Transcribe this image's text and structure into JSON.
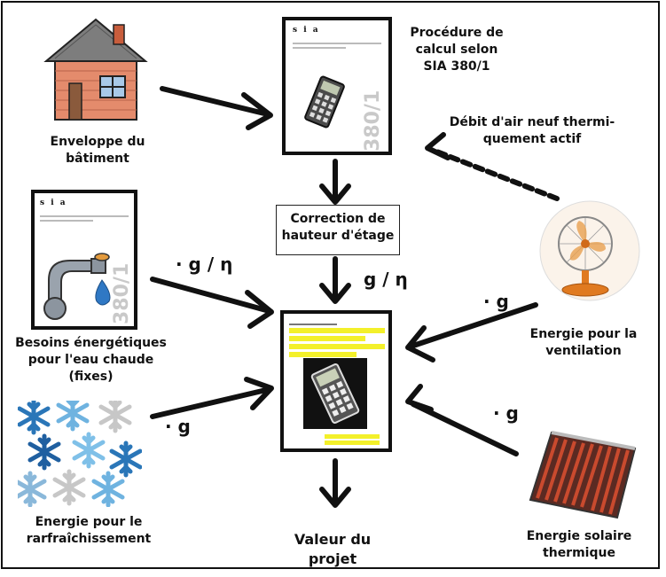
{
  "labels": {
    "procedure": "Procédure de calcul selon SIA 380/1",
    "procedure_line1": "Procédure de",
    "procedure_line2": "calcul selon",
    "procedure_line3": "SIA 380/1",
    "enveloppe_line1": "Enveloppe du",
    "enveloppe_line2": "bâtiment",
    "debit_line1": "Débit d'air neuf thermi-",
    "debit_line2": "quement actif",
    "correction_line1": "Correction de",
    "correction_line2": "hauteur d'étage",
    "besoins_line1": "Besoins énergétiques",
    "besoins_line2": "pour l'eau chaude",
    "besoins_line3": "(fixes)",
    "ventilation_line1": "Energie pour la",
    "ventilation_line2": "ventilation",
    "rafraich_line1": "Energie pour le",
    "rafraich_line2": "rarfraîchissement",
    "valeur_line1": "Valeur du",
    "valeur_line2": "projet",
    "solaire_line1": "Energie solaire",
    "solaire_line2": "thermique"
  },
  "factors": {
    "eau_chaude": "· g / η",
    "correction": "g / η",
    "ventilation": "· g",
    "rafraich": "· g",
    "solaire": "· g"
  },
  "doc_texts": {
    "sia_logo": "s i a",
    "norm_number": "380/1"
  },
  "colors": {
    "arrow": "#111111",
    "highlight": "#f3f02a",
    "brick": "#e58a6a",
    "roof": "#7a7a7a"
  }
}
